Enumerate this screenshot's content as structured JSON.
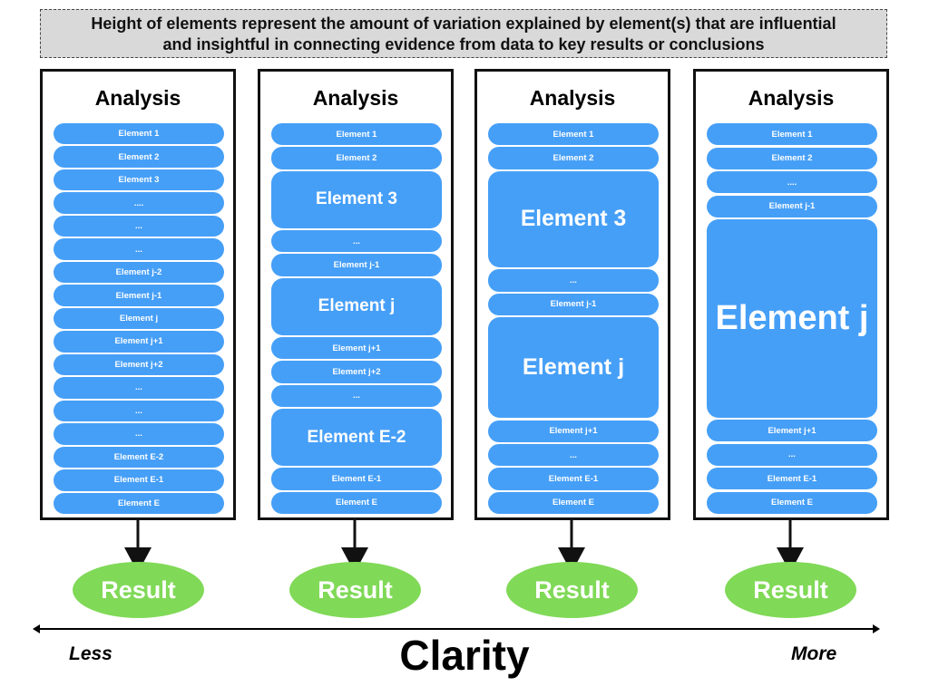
{
  "header": {
    "line1": "Height of elements represent the amount of variation explained by element(s) that are influential",
    "line2": "and insightful in connecting evidence from data to key results or conclusions"
  },
  "colors": {
    "element_fill": "#469ff7",
    "result_fill": "#80d957",
    "header_fill": "#d9d9d9"
  },
  "columns": [
    {
      "title": "Analysis",
      "elements": [
        {
          "label": "Element 1",
          "weight": 1
        },
        {
          "label": "Element 2",
          "weight": 1
        },
        {
          "label": "Element 3",
          "weight": 1
        },
        {
          "label": "....",
          "weight": 1
        },
        {
          "label": "...",
          "weight": 1
        },
        {
          "label": "...",
          "weight": 1
        },
        {
          "label": "Element j-2",
          "weight": 1
        },
        {
          "label": "Element j-1",
          "weight": 1
        },
        {
          "label": "Element j",
          "weight": 1
        },
        {
          "label": "Element j+1",
          "weight": 1
        },
        {
          "label": "Element j+2",
          "weight": 1
        },
        {
          "label": "...",
          "weight": 1
        },
        {
          "label": "...",
          "weight": 1
        },
        {
          "label": "...",
          "weight": 1
        },
        {
          "label": "Element E-2",
          "weight": 1
        },
        {
          "label": "Element E-1",
          "weight": 1
        },
        {
          "label": "Element E",
          "weight": 1
        }
      ],
      "result": "Result"
    },
    {
      "title": "Analysis",
      "elements": [
        {
          "label": "Element 1",
          "weight": 1
        },
        {
          "label": "Element 2",
          "weight": 1
        },
        {
          "label": "Element 3",
          "weight": 2.6
        },
        {
          "label": "...",
          "weight": 1
        },
        {
          "label": "Element j-1",
          "weight": 1
        },
        {
          "label": "Element j",
          "weight": 2.6
        },
        {
          "label": "Element j+1",
          "weight": 1
        },
        {
          "label": "Element j+2",
          "weight": 1
        },
        {
          "label": "...",
          "weight": 1
        },
        {
          "label": "Element E-2",
          "weight": 2.6
        },
        {
          "label": "Element E-1",
          "weight": 1
        },
        {
          "label": "Element E",
          "weight": 1
        }
      ],
      "result": "Result"
    },
    {
      "title": "Analysis",
      "elements": [
        {
          "label": "Element 1",
          "weight": 1
        },
        {
          "label": "Element 2",
          "weight": 1
        },
        {
          "label": "Element 3",
          "weight": 4.4
        },
        {
          "label": "...",
          "weight": 1
        },
        {
          "label": "Element j-1",
          "weight": 1
        },
        {
          "label": "Element j",
          "weight": 4.6
        },
        {
          "label": "Element j+1",
          "weight": 1
        },
        {
          "label": "...",
          "weight": 1
        },
        {
          "label": "Element E-1",
          "weight": 1
        },
        {
          "label": "Element E",
          "weight": 1
        }
      ],
      "result": "Result"
    },
    {
      "title": "Analysis",
      "elements": [
        {
          "label": "Element 1",
          "weight": 1
        },
        {
          "label": "Element 2",
          "weight": 1
        },
        {
          "label": "....",
          "weight": 1
        },
        {
          "label": "Element j-1",
          "weight": 1
        },
        {
          "label": "Element j",
          "weight": 9
        },
        {
          "label": "Element j+1",
          "weight": 1
        },
        {
          "label": "...",
          "weight": 1
        },
        {
          "label": "Element E-1",
          "weight": 1
        },
        {
          "label": "Element E",
          "weight": 1
        }
      ],
      "result": "Result"
    }
  ],
  "axis": {
    "left_label": "Less",
    "center_label": "Clarity",
    "right_label": "More"
  }
}
